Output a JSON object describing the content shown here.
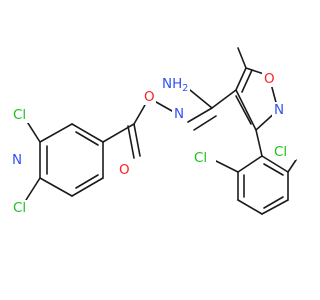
{
  "molecule": {
    "atoms": {
      "cl_pyr_top": "Cl",
      "n_pyr": "N",
      "cl_pyr_bottom": "Cl",
      "o_ester": "O",
      "o_carbonyl": "O",
      "n_oxime": "N",
      "nh2": "NH",
      "nh2_sub": "2",
      "o_ring": "O",
      "n_ring": "N",
      "cl_ph_left": "Cl",
      "cl_ph_right": "Cl"
    },
    "colors": {
      "bond": "#1a1a1a",
      "chlorine": "#1fbf1f",
      "nitrogen": "#3050f8",
      "oxygen": "#ff2020"
    }
  }
}
